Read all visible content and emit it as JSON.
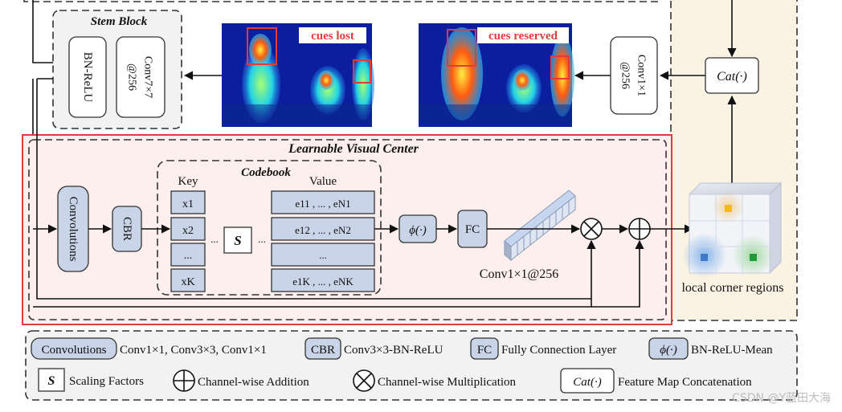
{
  "stem": {
    "title": "Stem Block",
    "bn_relu": "BN-ReLU",
    "conv7_line1": "Conv7×7",
    "conv7_line2": "@256"
  },
  "images": {
    "left_caption": "cues lost",
    "right_caption": "cues reserved"
  },
  "conv1": {
    "line1": "Conv1×1",
    "line2": "@256"
  },
  "cat_label": "Cat(·)",
  "lvc": {
    "title": "Learnable Visual Center",
    "convolutions": "Convolutions",
    "cbr": "CBR",
    "codebook_title": "Codebook",
    "key_header": "Key",
    "value_header": "Value",
    "keys": [
      "x1",
      "x2",
      "...",
      "xK"
    ],
    "values": [
      "e11 , ... , eN1",
      "e12 , ... , eN2",
      "...",
      "e1K , ... , eNK"
    ],
    "s_label": "S",
    "dots": "...",
    "phi": "ϕ(·)",
    "fc": "FC",
    "conv_caption": "Conv1×1@256"
  },
  "corner_caption": "local corner regions",
  "legend": {
    "convolutions_tag": "Convolutions",
    "convolutions_desc": "Conv1×1, Conv3×3, Conv1×1",
    "cbr_tag": "CBR",
    "cbr_desc": "Conv3×3-BN-ReLU",
    "fc_tag": "FC",
    "fc_desc": "Fully Connection Layer",
    "phi_tag": "ϕ(·)",
    "phi_desc": "BN-ReLU-Mean",
    "s_tag": "S",
    "s_desc": "Scaling Factors",
    "add_desc": "Channel-wise Addition",
    "mul_desc": "Channel-wise Multiplication",
    "cat_tag": "Cat(·)",
    "cat_desc": "Feature Map Concatenation"
  },
  "watermark": "CSDN @Y蓝田大海",
  "colors": {
    "lvc_fill": "#fcefee",
    "highlight_red": "#e23b3b",
    "box_blue": "#c9d4e8",
    "stem_fill": "#f2f2f2",
    "heat_bg": "#0a1e9e"
  }
}
